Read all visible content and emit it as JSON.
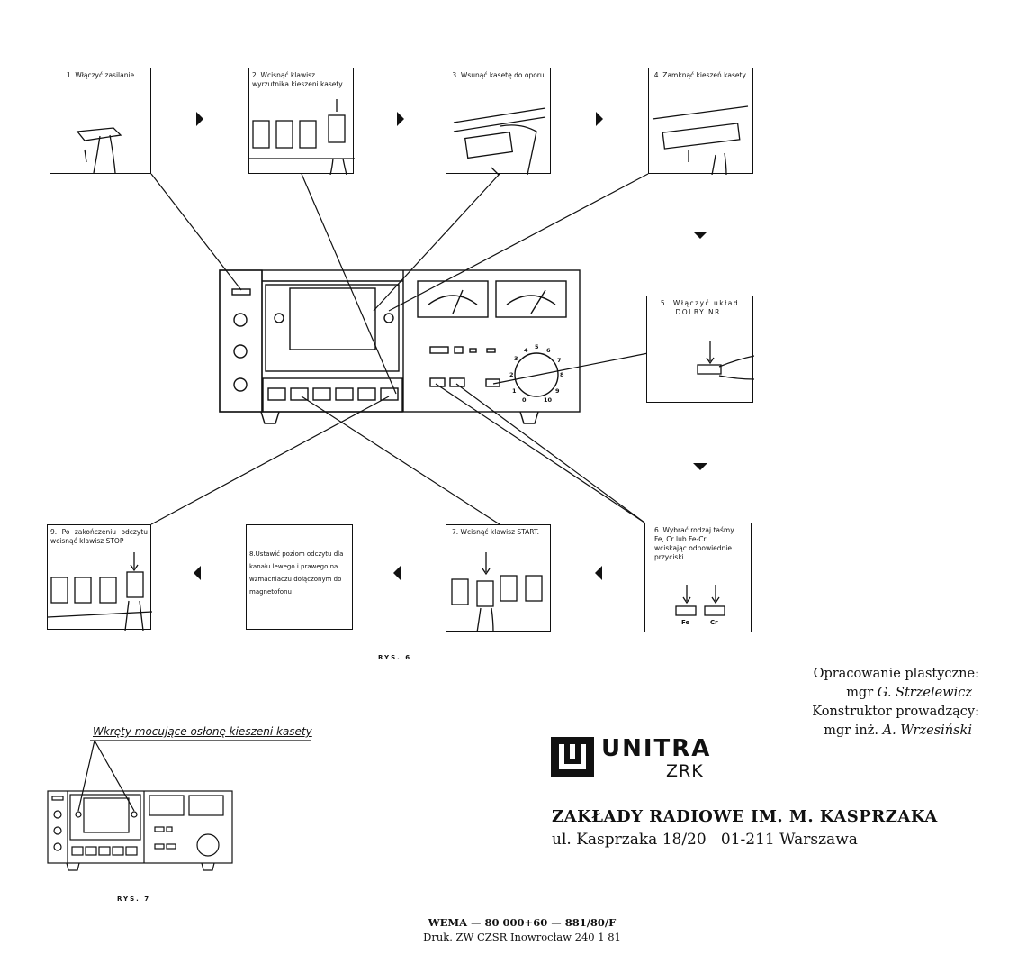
{
  "steps": [
    {
      "id": 1,
      "label": "1. Włączyć zasilanie"
    },
    {
      "id": 2,
      "label": "2. Wcisnąć klawisz wyrzutnika kieszeni kasety."
    },
    {
      "id": 3,
      "label": "3. Wsunąć kasetę do oporu"
    },
    {
      "id": 4,
      "label": "4. Zamknąć kieszeń kasety."
    },
    {
      "id": 5,
      "label": "5. Włączyć układ DOLBY NR."
    },
    {
      "id": 6,
      "label": "6. Wybrać rodzaj taśmy Fe, Cr lub Fe-Cr, wciskając odpowiednie przyciski."
    },
    {
      "id": 7,
      "label": "7. Wcisnąć klawisz START."
    },
    {
      "id": 8,
      "label": "8.Ustawić poziom odczytu dla kanału lewego i prawego na wzmacniaczu dołączonym do magnetofonu"
    },
    {
      "id": 9,
      "label": "9. Po zakończeniu odczytu wcisnąć klawisz STOP"
    }
  ],
  "tape_buttons": [
    "Fe",
    "Cr"
  ],
  "dial_numbers": [
    "1",
    "2",
    "3",
    "4",
    "5",
    "6",
    "7",
    "8",
    "9",
    "10",
    "0"
  ],
  "figure_labels": {
    "fig6": "RYS. 6",
    "fig7": "RYS. 7"
  },
  "screws_label": "Wkręty mocujące osłonę kieszeni kasety",
  "credits": {
    "design_title": "Opracowanie plastyczne:",
    "design_person_prefix": "mgr",
    "design_person_name": "G. Strzelewicz",
    "engineer_title": "Konstruktor prowadzący:",
    "engineer_person_prefix": "mgr inż.",
    "engineer_person_name": "A. Wrzesiński"
  },
  "logo": {
    "brand": "UNITRA",
    "sub": "ZRK"
  },
  "company": {
    "name": "ZAKŁADY RADIOWE IM. M. KASPRZAKA",
    "address": "ul. Kasprzaka 18/20   01-211 Warszawa"
  },
  "footer": {
    "line1": "WEMA — 80 000+60 — 881/80/F",
    "line2": "Druk. ZW CZSR Inowrocław 240 1 81"
  }
}
